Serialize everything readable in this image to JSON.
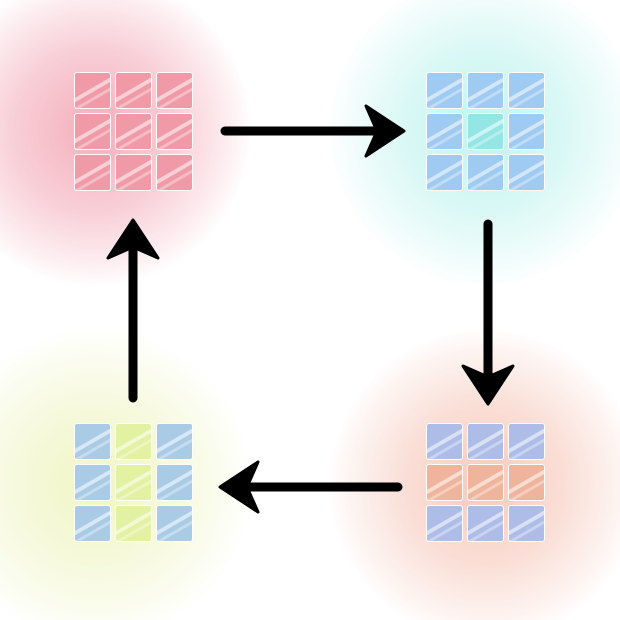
{
  "grids": [
    {
      "name": "top-left",
      "glow": "#f3a9b7",
      "tiles": [
        "#f09aa8",
        "#f09aa8",
        "#f09aa8",
        "#f09aa8",
        "#f09aa8",
        "#f09aa8",
        "#f09aa8",
        "#f09aa8",
        "#f09aa8"
      ]
    },
    {
      "name": "top-right",
      "glow": "#bdf3ee",
      "tiles": [
        "#9fcaf2",
        "#9fcaf2",
        "#9fcaf2",
        "#9fcaf2",
        "#93e6e4",
        "#9fcaf2",
        "#9fcaf2",
        "#9fcaf2",
        "#9fcaf2"
      ]
    },
    {
      "name": "bottom-right",
      "glow": "#f6c6b8",
      "tiles": [
        "#aebde8",
        "#aebde8",
        "#aebde8",
        "#efb49c",
        "#efb49c",
        "#efb49c",
        "#aebde8",
        "#aebde8",
        "#aebde8"
      ]
    },
    {
      "name": "bottom-left",
      "glow": "#eff5c2",
      "tiles": [
        "#a9cbe6",
        "#e3f1a2",
        "#a9cbe6",
        "#a9cbe6",
        "#e3f1a2",
        "#a9cbe6",
        "#a9cbe6",
        "#e3f1a2",
        "#a9cbe6"
      ]
    }
  ],
  "arrows": [
    {
      "from": "top-left",
      "to": "top-right",
      "direction": "right"
    },
    {
      "from": "top-right",
      "to": "bottom-right",
      "direction": "down"
    },
    {
      "from": "bottom-right",
      "to": "bottom-left",
      "direction": "left"
    },
    {
      "from": "bottom-left",
      "to": "top-left",
      "direction": "up"
    }
  ],
  "arrow_color": "#000000"
}
